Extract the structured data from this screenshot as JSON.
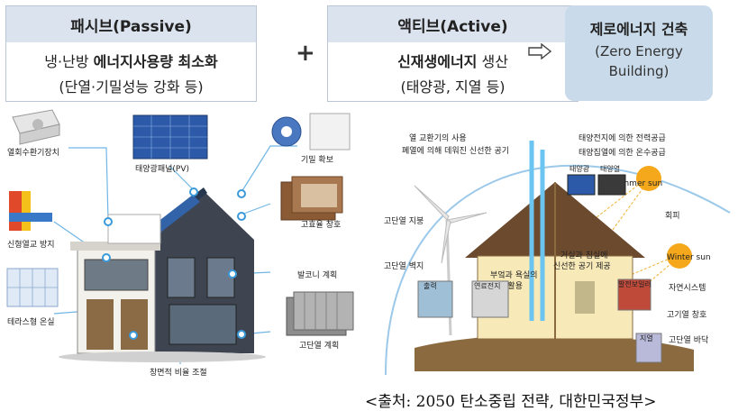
{
  "passive": {
    "title": "패시브(Passive)",
    "line1_normal": "냉·난방 ",
    "line1_bold": "에너지사용량 최소화",
    "line2": "(단열·기밀성능 강화 등)"
  },
  "plus": "+",
  "active": {
    "title": "액티브(Active)",
    "line1_bold": "신재생에너지",
    "line1_normal": " 생산",
    "line2": "(태양광, 지열 등)"
  },
  "result": {
    "title": "제로에너지 건축",
    "en_line1": "(Zero Energy",
    "en_line2": "Building)"
  },
  "left_labels": {
    "heat_recovery": "열회수환기장치",
    "pv": "태양광패널(PV)",
    "airtight": "기밀 확보",
    "thermal_bridge": "신형열교 방지",
    "window": "고효율 창호",
    "balcony": "발코니 계획",
    "greenhouse": "테라스형 온실",
    "insulation": "고단열 계획",
    "window_ratio": "창면적 비율 조절"
  },
  "right_labels": {
    "exchanger_1": "열 교환기의 사용",
    "exchanger_2": "폐열에 의해 데워진 신선한 공기",
    "pv_supply": "태양전지에 의한 전력공급",
    "solar_hot": "태양집열에 의한 온수공급",
    "panel_a": "태양광",
    "panel_b": "태양열",
    "summer_sun": "Summer sun",
    "avoid": "회피",
    "winter_sun": "Winter sun",
    "wind": "고단열 지붕",
    "wall": "고단열 벽지",
    "kitchen_1": "부엌과 욕실의",
    "kitchen_2": "폐열 활용",
    "fresh_1": "거실과 침실에",
    "fresh_2": "신선한 공기 제공",
    "passive_sys": "자연시스템",
    "window": "고기열 창호",
    "floor": "고단열 바닥",
    "inset_a": "출력",
    "inset_b": "연료전지",
    "inset_c": "발전보일러",
    "inset_d": "지열"
  },
  "source": "<출처: 2050 탄소중립 전략, 대한민국정부>"
}
